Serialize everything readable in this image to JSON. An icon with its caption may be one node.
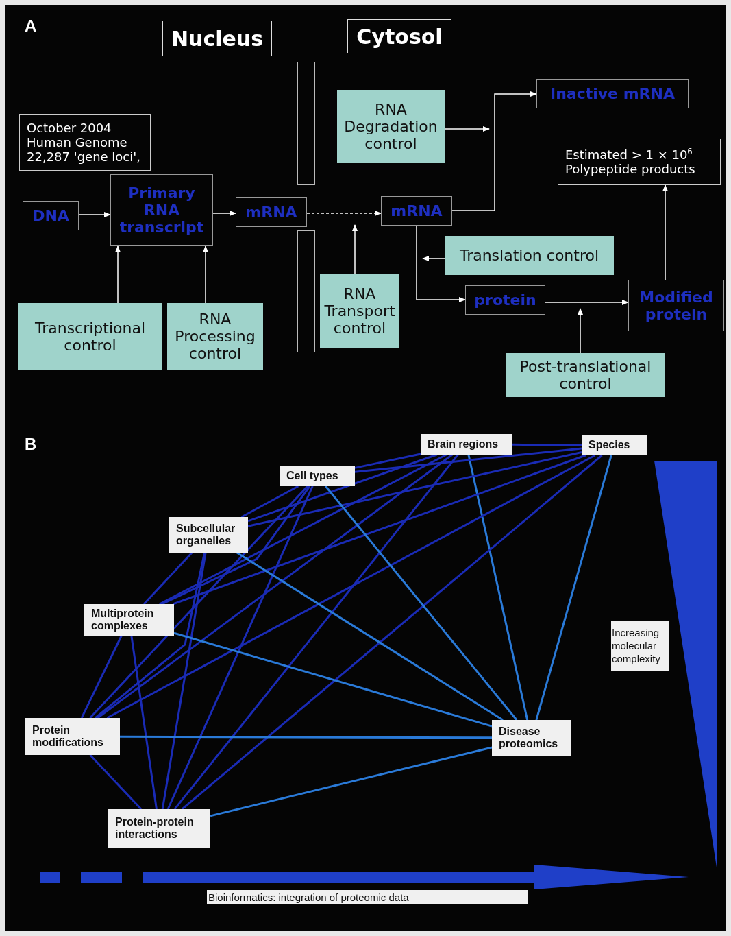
{
  "diagram": {
    "nodes": [
      {
        "text": [
          "Nucleus"
        ]
      },
      {
        "text": [
          "Cytosol"
        ]
      },
      {
        "text": [],
        "shape": "bar"
      },
      {
        "text": [
          "RNA Degradation control"
        ]
      },
      {
        "text": [
          "Inactive mRNA"
        ]
      },
      {
        "text": [
          "October 2004 Human Genome 22,287 'gene loci',"
        ]
      },
      {
        "text": [
          "Estimated > 1 × 10$^{6}$ Polypeptide products"
        ]
      },
      {
        "text": [
          "DNA"
        ]
      },
      {
        "text": [
          "Primary RNA transcript"
        ]
      },
      {
        "text": [
          "mRNA"
        ]
      },
      {
        "text": [
          "mRNA"
        ]
      },
      {
        "text": [],
        "shape": "bar"
      },
      {
        "text": [
          "Translation control"
        ]
      },
      {
        "text": [
          "RNA Transport control"
        ]
      },
      {
        "text": [
          "protein"
        ]
      },
      {
        "text": [
          "Modified protein"
        ]
      },
      {
        "text": [
          "Transcriptional control"
        ]
      },
      {
        "text": [
          "RNA Processing control"
        ]
      },
      {
        "text": [
          "Post-translational control"
        ]
      },
      {
        "text": [
          "Brain regions"
        ]
      },
      {
        "text": [
          "Species"
        ]
      },
      {
        "text": [
          "Cell types"
        ]
      },
      {
        "text": [
          "Subcellular organelles"
        ]
      },
      {
        "text": [
          "Multiprotein complexes"
        ]
      },
      {
        "text": [
          "Increasing molecular complexity"
        ]
      },
      {
        "text": [
          "Protein modifications"
        ]
      },
      {
        "text": [
          "Disease proteomics"
        ]
      },
      {
        "text": [
          "Protein-protein interactions"
        ]
      },
      {
        "text": [
          "Bioinformatics: integration of proteomic data"
        ]
      }
    ],
    "edges": [
      {
        "from": 7,
        "to": 8,
        "arrow": "to",
        "color": "#ffffff"
      },
      {
        "from": 8,
        "to": 9,
        "arrow": "to",
        "color": "#ffffff"
      },
      {
        "from": 9,
        "to": 10,
        "arrow": "to",
        "style": "dashed",
        "color": "#ffffff"
      },
      {
        "from": 10,
        "to": 4,
        "arrow": "to",
        "color": "#ffffff"
      },
      {
        "from": 3,
        "to": null,
        "arrow": "to",
        "color": "#ffffff"
      },
      {
        "from": 10,
        "to": 14,
        "arrow": "to",
        "color": "#ffffff"
      },
      {
        "from": 12,
        "to": null,
        "arrow": "to",
        "color": "#ffffff"
      },
      {
        "from": 14,
        "to": 15,
        "arrow": "to",
        "color": "#ffffff"
      },
      {
        "from": 18,
        "to": null,
        "arrow": "to",
        "color": "#ffffff"
      },
      {
        "from": 15,
        "to": 6,
        "arrow": "to",
        "color": "#ffffff"
      },
      {
        "from": 16,
        "to": 8,
        "arrow": "to",
        "color": "#ffffff"
      },
      {
        "from": 17,
        "to": 8,
        "arrow": "to",
        "color": "#ffffff"
      },
      {
        "from": 13,
        "to": null,
        "arrow": "to",
        "color": "#ffffff"
      },
      {
        "from": 19,
        "to": 20,
        "arrow": "none"
      },
      {
        "from": 19,
        "to": 21,
        "arrow": "none"
      },
      {
        "from": 19,
        "to": 22,
        "arrow": "none"
      },
      {
        "from": 19,
        "to": 23,
        "arrow": "none"
      },
      {
        "from": 19,
        "to": 25,
        "arrow": "none"
      },
      {
        "from": 19,
        "to": 26,
        "arrow": "none",
        "color": "#2a7ad8"
      },
      {
        "from": 19,
        "to": 27,
        "arrow": "none"
      },
      {
        "from": 20,
        "to": 21,
        "arrow": "none"
      },
      {
        "from": 20,
        "to": 22,
        "arrow": "none"
      },
      {
        "from": 20,
        "to": 23,
        "arrow": "none"
      },
      {
        "from": 20,
        "to": 25,
        "arrow": "none"
      },
      {
        "from": 20,
        "to": 26,
        "arrow": "none",
        "color": "#2a7ad8"
      },
      {
        "from": 20,
        "to": 27,
        "arrow": "none"
      },
      {
        "from": 21,
        "to": 22,
        "arrow": "none"
      },
      {
        "from": 21,
        "to": 23,
        "arrow": "none"
      },
      {
        "from": 21,
        "to": 25,
        "arrow": "none"
      },
      {
        "from": 21,
        "to": 26,
        "arrow": "none",
        "color": "#2a7ad8"
      },
      {
        "from": 21,
        "to": 27,
        "arrow": "none"
      },
      {
        "from": 22,
        "to": 23,
        "arrow": "none"
      },
      {
        "from": 22,
        "to": 25,
        "arrow": "none"
      },
      {
        "from": 22,
        "to": 26,
        "arrow": "none",
        "color": "#2a7ad8"
      },
      {
        "from": 22,
        "to": 27,
        "arrow": "none"
      },
      {
        "from": 23,
        "to": 25,
        "arrow": "none"
      },
      {
        "from": 23,
        "to": 26,
        "arrow": "none",
        "color": "#2a7ad8"
      },
      {
        "from": 23,
        "to": 27,
        "arrow": "none"
      },
      {
        "from": 25,
        "to": 26,
        "arrow": "none",
        "color": "#2a7ad8"
      },
      {
        "from": 25,
        "to": 27,
        "arrow": "none"
      },
      {
        "from": 26,
        "to": 27,
        "arrow": "none",
        "color": "#2a7ad8"
      }
    ],
    "labels": [
      "A",
      "B"
    ]
  }
}
